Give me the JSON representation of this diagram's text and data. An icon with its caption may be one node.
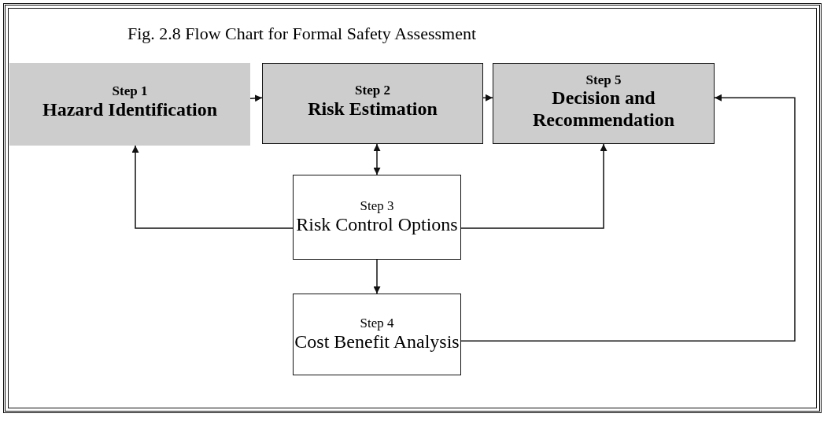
{
  "diagram": {
    "title": "Fig. 2.8 Flow Chart for Formal Safety Assessment",
    "nodes": [
      {
        "text": [
          "Step 1",
          "Hazard Identification"
        ]
      },
      {
        "text": [
          "Step 2",
          "Risk Estimation"
        ]
      },
      {
        "text": [
          "Step 5",
          "Decision and Recommendation"
        ]
      },
      {
        "text": [
          "Step 3",
          "Risk Control Options"
        ]
      },
      {
        "text": [
          "Step 4",
          "Cost Benefit Analysis"
        ]
      }
    ],
    "edges": [
      {
        "from": 0,
        "to": 1,
        "arrow": "to"
      },
      {
        "from": 1,
        "to": 2,
        "arrow": "to"
      },
      {
        "from": 1,
        "to": 3,
        "arrow": "both"
      },
      {
        "from": 3,
        "to": 0,
        "arrow": "to"
      },
      {
        "from": 3,
        "to": 2,
        "arrow": "to"
      },
      {
        "from": 3,
        "to": 4,
        "arrow": "to"
      },
      {
        "from": 4,
        "to": 2,
        "arrow": "to"
      }
    ]
  }
}
